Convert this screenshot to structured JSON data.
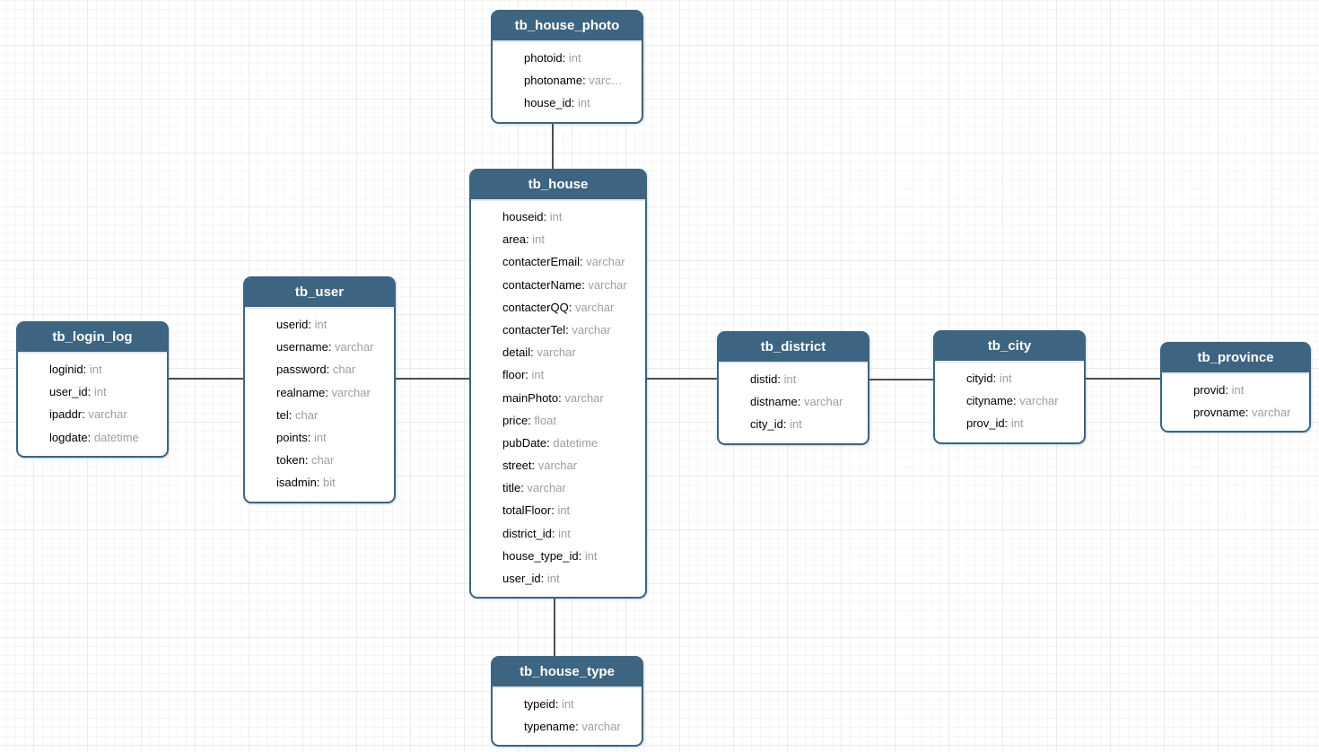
{
  "diagram": {
    "style": {
      "header_color": "#3d6480",
      "border_color": "#3d6480",
      "connector_color": "#4f4f4f",
      "field_name_color": "#000000",
      "field_type_color": "#9e9e9e"
    },
    "tables": [
      {
        "name": "tb_house_photo",
        "fields": [
          {
            "name": "photoid",
            "type": "int"
          },
          {
            "name": "photoname",
            "type": "varc…"
          },
          {
            "name": "house_id",
            "type": "int"
          }
        ]
      },
      {
        "name": "tb_house",
        "fields": [
          {
            "name": "houseid",
            "type": "int"
          },
          {
            "name": "area",
            "type": "int"
          },
          {
            "name": "contacterEmail",
            "type": "varchar"
          },
          {
            "name": "contacterName",
            "type": "varchar"
          },
          {
            "name": "contacterQQ",
            "type": "varchar"
          },
          {
            "name": "contacterTel",
            "type": "varchar"
          },
          {
            "name": "detail",
            "type": "varchar"
          },
          {
            "name": "floor",
            "type": "int"
          },
          {
            "name": "mainPhoto",
            "type": "varchar"
          },
          {
            "name": "price",
            "type": "float"
          },
          {
            "name": "pubDate",
            "type": "datetime"
          },
          {
            "name": "street",
            "type": "varchar"
          },
          {
            "name": "title",
            "type": "varchar"
          },
          {
            "name": "totalFloor",
            "type": "int"
          },
          {
            "name": "district_id",
            "type": "int"
          },
          {
            "name": "house_type_id",
            "type": "int"
          },
          {
            "name": "user_id",
            "type": "int"
          }
        ]
      },
      {
        "name": "tb_user",
        "fields": [
          {
            "name": "userid",
            "type": "int"
          },
          {
            "name": "username",
            "type": "varchar"
          },
          {
            "name": "password",
            "type": "char"
          },
          {
            "name": "realname",
            "type": "varchar"
          },
          {
            "name": "tel",
            "type": "char"
          },
          {
            "name": "points",
            "type": "int"
          },
          {
            "name": "token",
            "type": "char"
          },
          {
            "name": "isadmin",
            "type": "bit"
          }
        ]
      },
      {
        "name": "tb_login_log",
        "fields": [
          {
            "name": "loginid",
            "type": "int"
          },
          {
            "name": "user_id",
            "type": "int"
          },
          {
            "name": "ipaddr",
            "type": "varchar"
          },
          {
            "name": "logdate",
            "type": "datetime"
          }
        ]
      },
      {
        "name": "tb_district",
        "fields": [
          {
            "name": "distid",
            "type": "int"
          },
          {
            "name": "distname",
            "type": "varchar"
          },
          {
            "name": "city_id",
            "type": "int"
          }
        ]
      },
      {
        "name": "tb_city",
        "fields": [
          {
            "name": "cityid",
            "type": "int"
          },
          {
            "name": "cityname",
            "type": "varchar"
          },
          {
            "name": "prov_id",
            "type": "int"
          }
        ]
      },
      {
        "name": "tb_province",
        "fields": [
          {
            "name": "provid",
            "type": "int"
          },
          {
            "name": "provname",
            "type": "varchar"
          }
        ]
      },
      {
        "name": "tb_house_type",
        "fields": [
          {
            "name": "typeid",
            "type": "int"
          },
          {
            "name": "typename",
            "type": "varchar"
          }
        ]
      }
    ],
    "relationships": [
      {
        "from": "tb_house_photo",
        "to": "tb_house"
      },
      {
        "from": "tb_login_log",
        "to": "tb_user"
      },
      {
        "from": "tb_user",
        "to": "tb_house"
      },
      {
        "from": "tb_house",
        "to": "tb_district"
      },
      {
        "from": "tb_district",
        "to": "tb_city"
      },
      {
        "from": "tb_city",
        "to": "tb_province"
      },
      {
        "from": "tb_house",
        "to": "tb_house_type"
      }
    ]
  }
}
